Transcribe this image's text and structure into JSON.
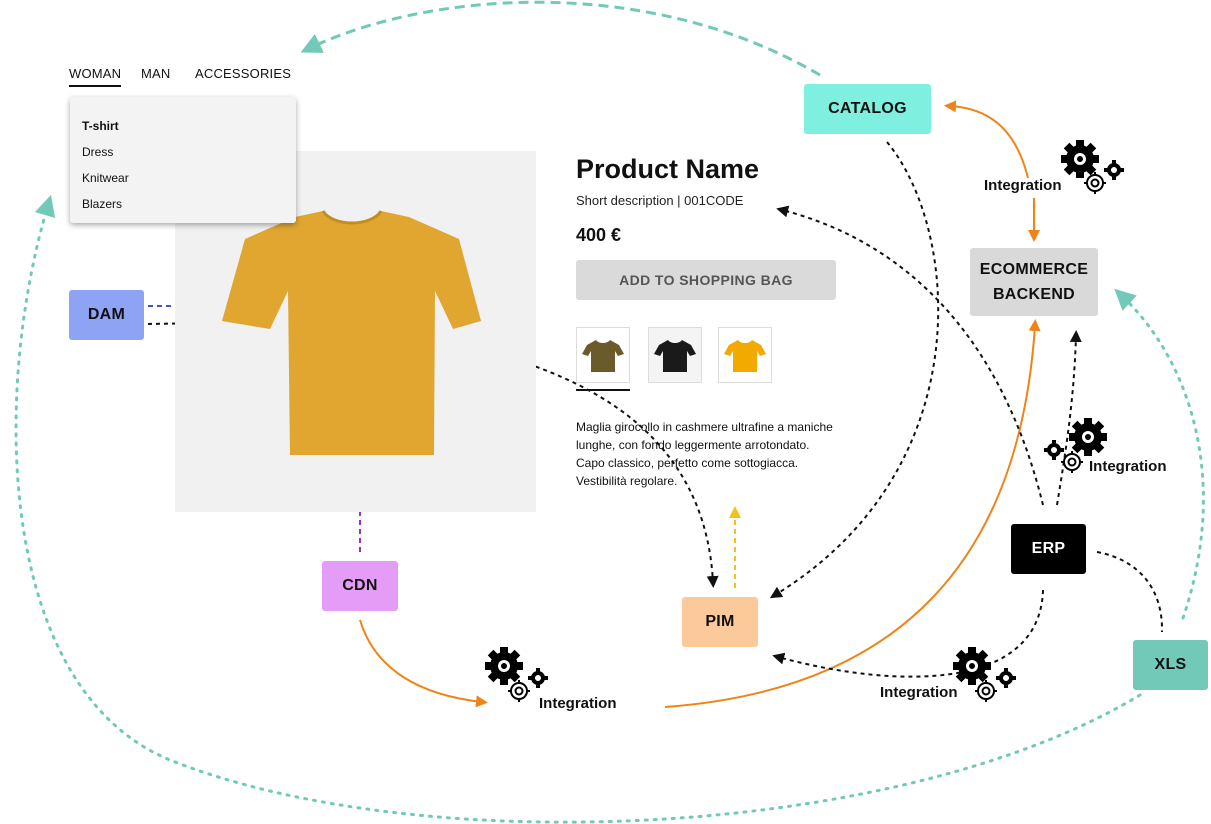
{
  "nav": {
    "items": [
      "WOMAN",
      "MAN",
      "ACCESSORIES"
    ],
    "active": "WOMAN"
  },
  "dropdown": {
    "items": [
      "T-shirt",
      "Dress",
      "Knitwear",
      "Blazers"
    ],
    "selected": "T-shirt"
  },
  "product": {
    "name": "Product Name",
    "short_description": "Short description | 001CODE",
    "price": "400 €",
    "add_button": "ADD TO SHOPPING BAG",
    "thumbnails": [
      {
        "color_name": "olive",
        "color": "#6b5a2a"
      },
      {
        "color_name": "black",
        "color": "#1a1a1a"
      },
      {
        "color_name": "yellow",
        "color": "#f2a900"
      }
    ],
    "description": "Maglia girocollo in cashmere ultrafine a maniche lunghe, con fondo leggermente arrotondato. Capo classico, perfetto come sottogiacca. Vestibilità regolare.",
    "main_color": "#e0a630"
  },
  "nodes": {
    "catalog": {
      "label": "CATALOG",
      "color": "#7ff0e0"
    },
    "ecommerce": {
      "label_line1": "ECOMMERCE",
      "label_line2": "BACKEND",
      "color": "#d9d9d9"
    },
    "dam": {
      "label": "DAM",
      "color": "#8fa3f5"
    },
    "cdn": {
      "label": "CDN",
      "color": "#e59cf6"
    },
    "pim": {
      "label": "PIM",
      "color": "#fcc99a"
    },
    "erp": {
      "label": "ERP",
      "color": "#000000",
      "text_color": "#ffffff"
    },
    "xls": {
      "label": "XLS",
      "color": "#72c9b8"
    }
  },
  "integrations": {
    "catalog_ecommerce": "Integration",
    "erp_ecommerce": "Integration",
    "cdn_ecommerce": "Integration",
    "erp_pim": "Integration"
  },
  "colors": {
    "orange": "#ee8418",
    "teal": "#72c9b8",
    "black": "#111111",
    "blue": "#3b57c4",
    "purple": "#9a2fc5",
    "yellow": "#f2c21a"
  }
}
